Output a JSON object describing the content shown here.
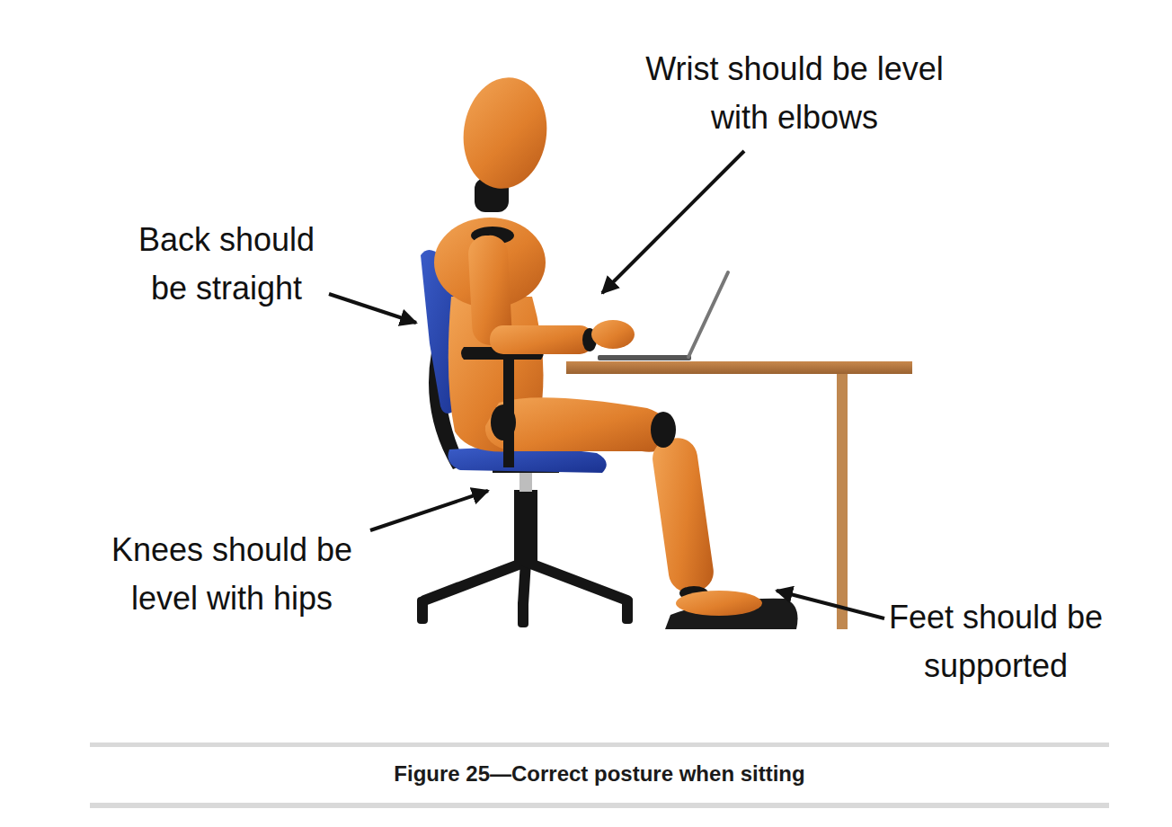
{
  "diagram": {
    "caption": "Figure 25—Correct posture when sitting",
    "labels": [
      "Wrist should be level with elbows",
      "Back should be straight",
      "Knees should be level with hips",
      "Feet should be supported"
    ]
  }
}
